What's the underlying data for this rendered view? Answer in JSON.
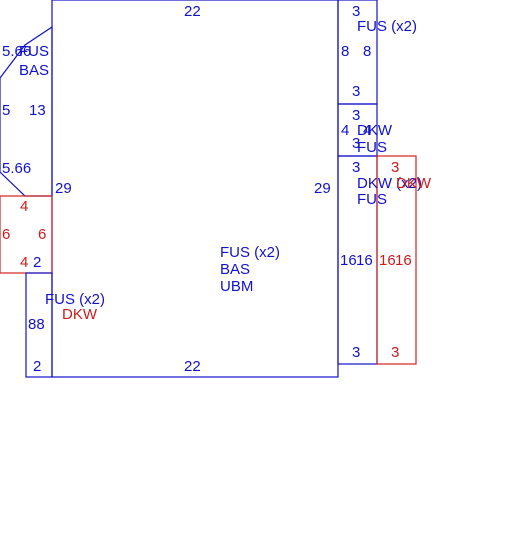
{
  "colors": {
    "blue": "#1212c8",
    "red": "#cc1c1c"
  },
  "main_panel": {
    "top_dim": "22",
    "bottom_dim": "22",
    "left_dim": "29",
    "right_dim": "29",
    "material_1": "FUS (x2)",
    "material_2": "BAS",
    "material_3": "UBM"
  },
  "left_bevel": {
    "upper_dim": "5.66",
    "lower_dim": "5.66",
    "side_dim": "5",
    "height_dim": "13",
    "material_1": "FUS",
    "material_2": "BAS"
  },
  "left_red_block": {
    "top_dim": "4",
    "bottom_dim": "4",
    "left_dim": "6",
    "right_dim": "6"
  },
  "left_strip": {
    "top_dim": "2",
    "bottom_dim": "2",
    "height_dim": "88",
    "material_1": "FUS (x2)",
    "material_2": "DKW"
  },
  "right_top_panel": {
    "top_dim": "3",
    "bottom_dim": "3",
    "left_dim": "8",
    "right_dim": "8",
    "material": "FUS (x2)"
  },
  "right_mid_panel": {
    "top_dim": "3",
    "bottom_dim": "3",
    "left_dim": "4",
    "right_dim": "4",
    "material_1": "DKW",
    "material_2": "FUS"
  },
  "right_low_panel": {
    "top_dim": "3",
    "bottom_dim": "3",
    "left_dim": "16",
    "right_dim": "16",
    "material_1": "DKW (x2)",
    "material_2": "FUS"
  },
  "right_red_panel": {
    "top_dim": "3",
    "bottom_dim": "3",
    "left_dim": "16",
    "right_dim": "16",
    "material": "DKW"
  }
}
